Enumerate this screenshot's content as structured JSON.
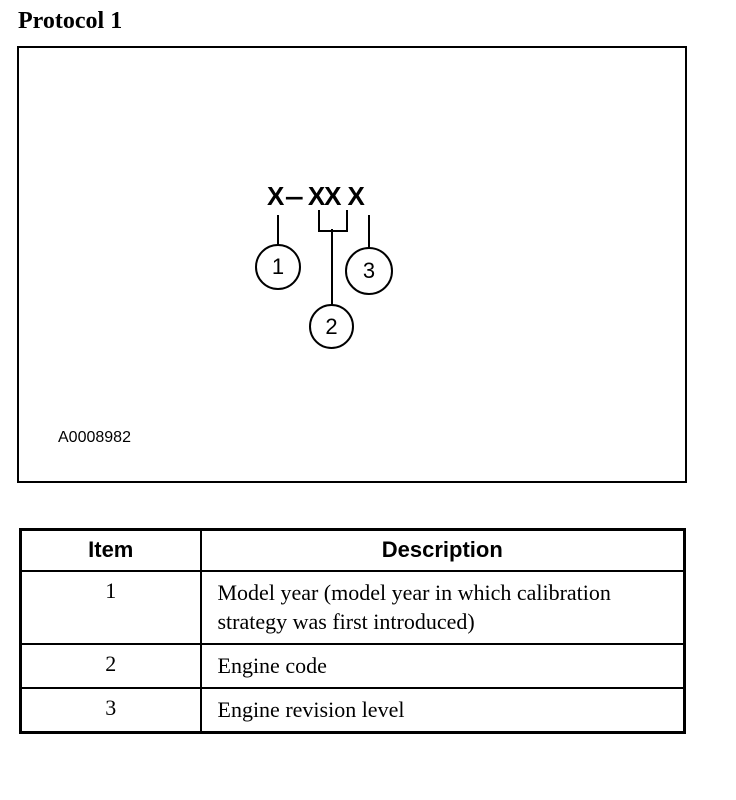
{
  "document": {
    "title": "Protocol 1"
  },
  "figure": {
    "code": {
      "part1": "X",
      "dash": "–",
      "part2": "XX",
      "part3": "X"
    },
    "callout1": "1",
    "callout2": "2",
    "callout3": "3",
    "figure_id": "A0008982"
  },
  "table": {
    "header": {
      "item": "Item",
      "description": "Description"
    },
    "rows": [
      {
        "item": "1",
        "description": "Model year (model year in which calibration strategy was first introduced)"
      },
      {
        "item": "2",
        "description": "Engine code"
      },
      {
        "item": "3",
        "description": "Engine revision level"
      }
    ]
  },
  "colors": {
    "ink": "#000000",
    "paper": "#ffffff"
  }
}
